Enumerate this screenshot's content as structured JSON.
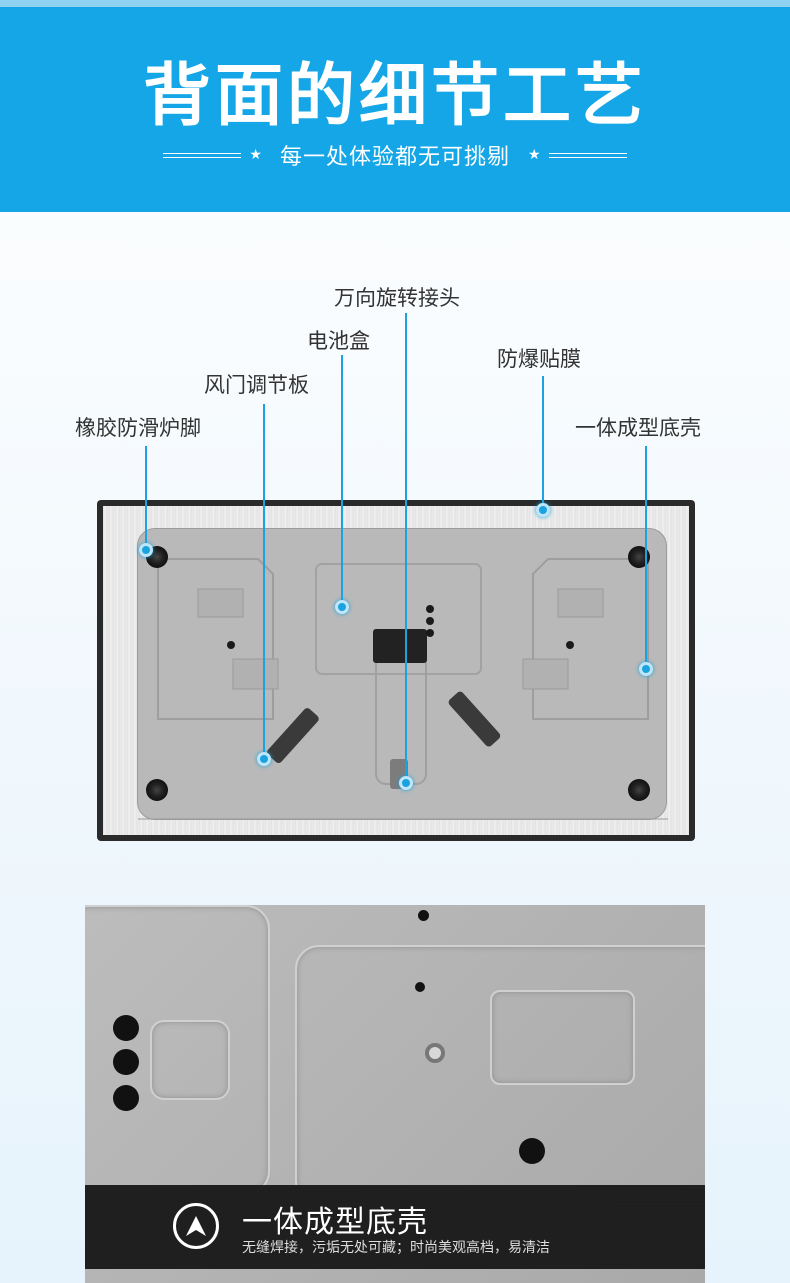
{
  "banner": {
    "title": "背面的细节工艺",
    "subtitle": "每一处体验都无可挑剔",
    "star": "★"
  },
  "callouts": [
    {
      "label": "万向旋转接头"
    },
    {
      "label": "电池盒"
    },
    {
      "label": "防爆贴膜"
    },
    {
      "label": "风门调节板"
    },
    {
      "label": "橡胶防滑炉脚"
    },
    {
      "label": "一体成型底壳"
    }
  ],
  "detail": {
    "title": "一体成型底壳",
    "description": "无缝焊接，污垢无处可藏；时尚美观高档，易清洁",
    "icon": "navigation-arrow-icon"
  },
  "colors": {
    "brand_blue": "#14a6e6",
    "leader_blue": "#1aa3e0",
    "caption_bg": "#191919"
  }
}
